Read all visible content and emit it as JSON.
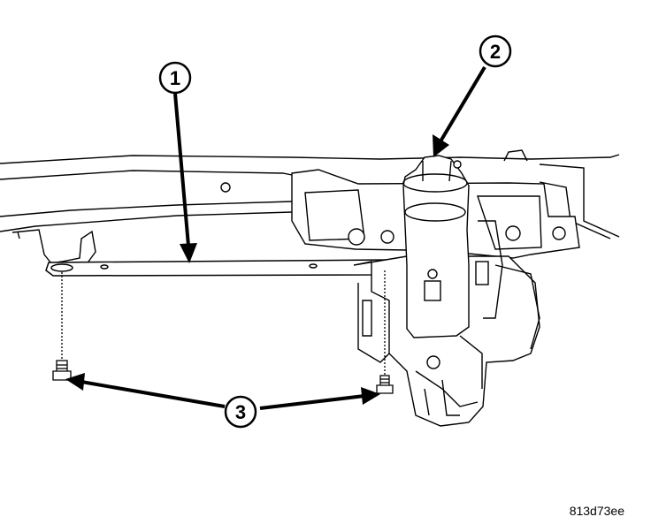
{
  "diagram": {
    "callouts": [
      {
        "id": "1",
        "label": "1"
      },
      {
        "id": "2",
        "label": "2"
      },
      {
        "id": "3",
        "label": "3"
      }
    ],
    "figure_id": "813d73ee",
    "colors": {
      "line": "#000000",
      "background": "#ffffff"
    }
  }
}
